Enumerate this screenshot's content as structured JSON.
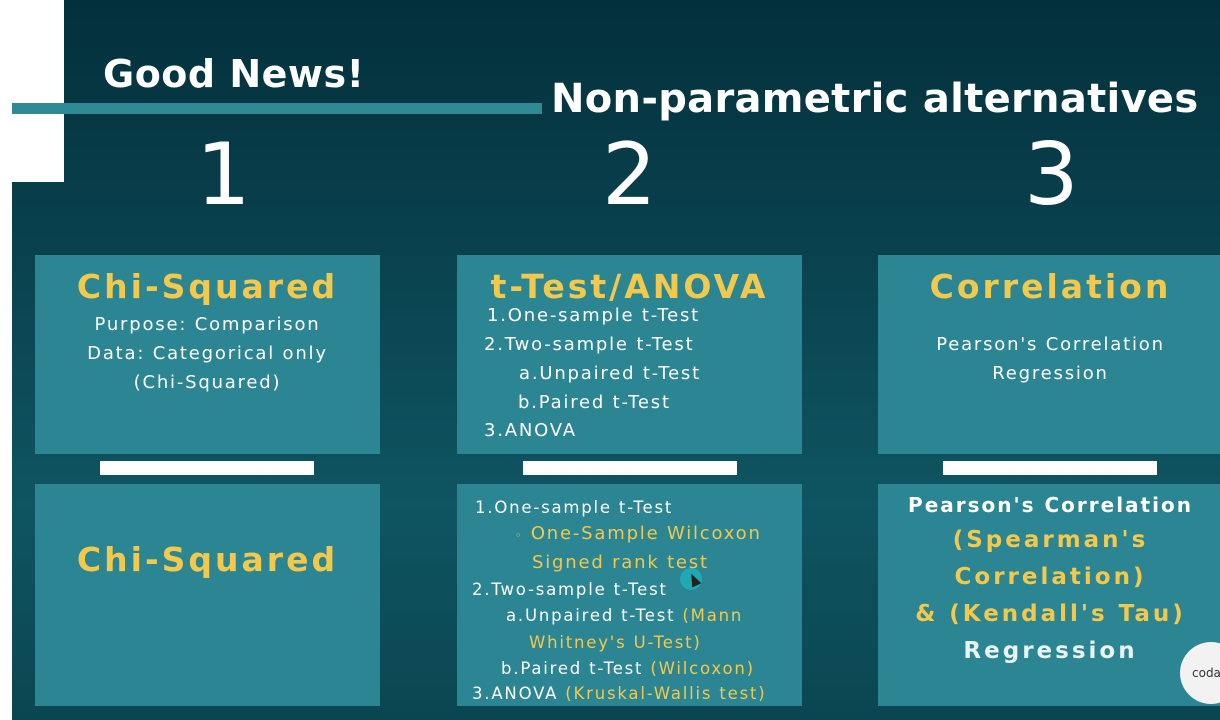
{
  "header": {
    "good_news": "Good News!",
    "title": "Non-parametric alternatives"
  },
  "columns": [
    {
      "number": "1",
      "top": {
        "title": "Chi-Squared",
        "lines": [
          "Purpose: Comparison",
          "Data: Categorical only",
          "(Chi-Squared)"
        ]
      },
      "bottom": {
        "title": "Chi-Squared"
      }
    },
    {
      "number": "2",
      "top": {
        "title": "t-Test/ANOVA",
        "items": [
          {
            "marker": "1.",
            "text": "One-sample t-Test"
          },
          {
            "marker": "2.",
            "text": "Two-sample t-Test"
          },
          {
            "marker": "a.",
            "text": "Unpaired t-Test"
          },
          {
            "marker": "b.",
            "text": "Paired t-Test"
          },
          {
            "marker": "3.",
            "text": "ANOVA"
          }
        ]
      },
      "bottom": {
        "item1": {
          "marker": "1.",
          "text": "One-sample t-Test"
        },
        "sub1": {
          "marker": "◦",
          "line1": "One-Sample Wilcoxon",
          "line2": "Signed rank test"
        },
        "item2": {
          "marker": "2.",
          "text": "Two-sample t-Test"
        },
        "item2a": {
          "marker": "a.",
          "text": "Unpaired t-Test",
          "alt_line1": "(Mann",
          "alt_line2": "Whitney's U-Test)"
        },
        "item2b": {
          "marker": "b.",
          "text": "Paired t-Test",
          "alt": "(Wilcoxon)"
        },
        "item3": {
          "marker": "3.",
          "text": "ANOVA",
          "alt": "(Kruskal-Wallis test)"
        }
      }
    },
    {
      "number": "3",
      "top": {
        "title": "Correlation",
        "lines": [
          "Pearson's Correlation",
          "Regression"
        ]
      },
      "bottom": {
        "line1": "Pearson's Correlation",
        "alt1": "(Spearman's",
        "alt2": "Correlation)",
        "alt3": "& (Kendall's Tau)",
        "line_last": "Regression"
      }
    }
  ],
  "badge": {
    "label": "coda"
  },
  "colors": {
    "background": "#0b4754",
    "box": "#2c8592",
    "accent": "#f2c94c",
    "line": "#2f8a96"
  }
}
